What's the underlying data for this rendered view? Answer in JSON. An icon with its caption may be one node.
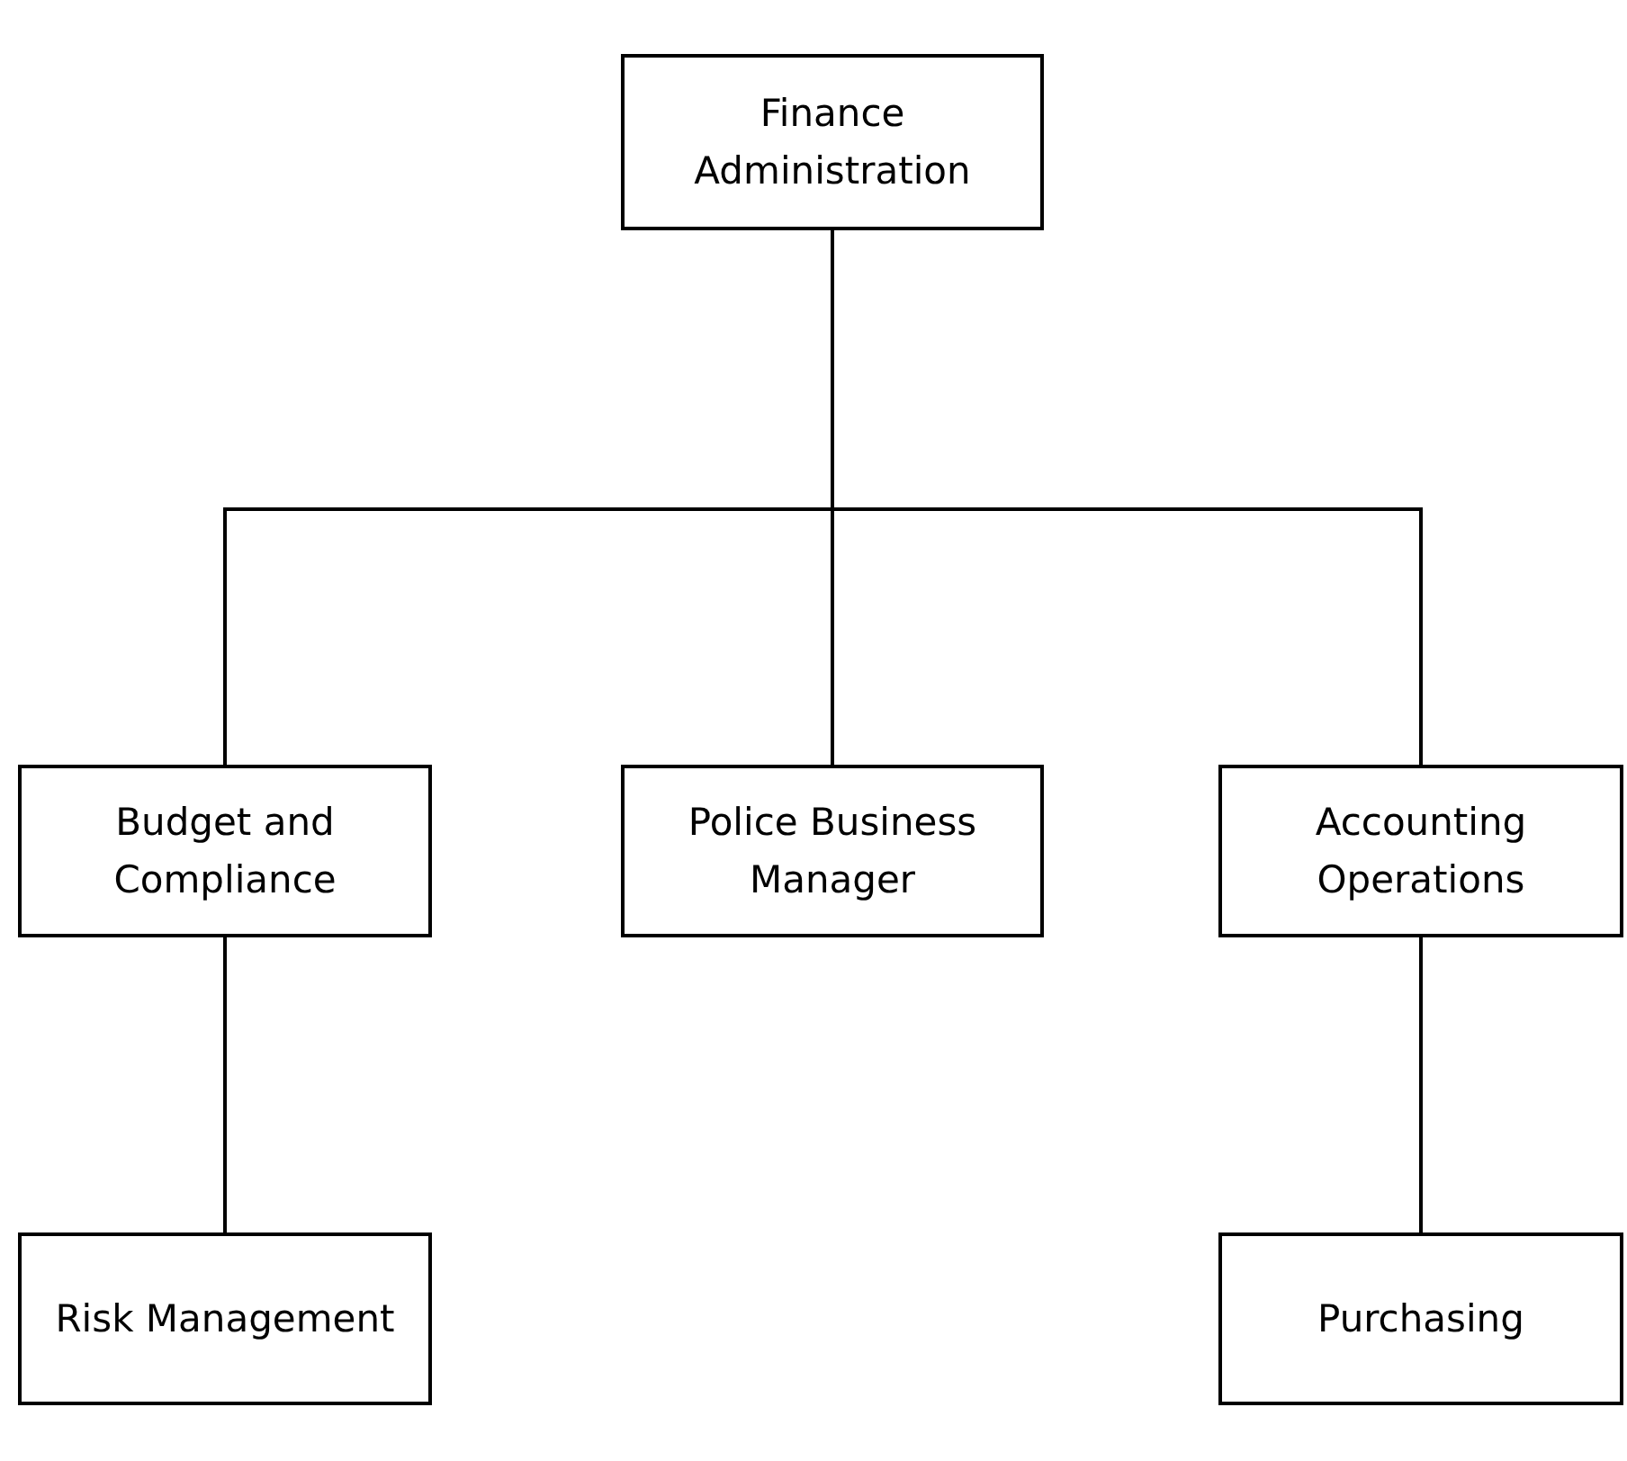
{
  "diagram": {
    "nodes": [
      {
        "text": [
          "Finance Administration"
        ]
      },
      {
        "text": [
          "Budget and Compliance"
        ]
      },
      {
        "text": [
          "Police Business Manager"
        ]
      },
      {
        "text": [
          "Accounting Operations"
        ]
      },
      {
        "text": [
          "Risk Management"
        ]
      },
      {
        "text": [
          "Purchasing"
        ]
      }
    ],
    "edges": [
      {
        "from": 0,
        "to": 1,
        "arrow": "none"
      },
      {
        "from": 0,
        "to": 2,
        "arrow": "none"
      },
      {
        "from": 0,
        "to": 3,
        "arrow": "none"
      },
      {
        "from": 1,
        "to": 4,
        "arrow": "none"
      },
      {
        "from": 3,
        "to": 5,
        "arrow": "none"
      }
    ]
  }
}
